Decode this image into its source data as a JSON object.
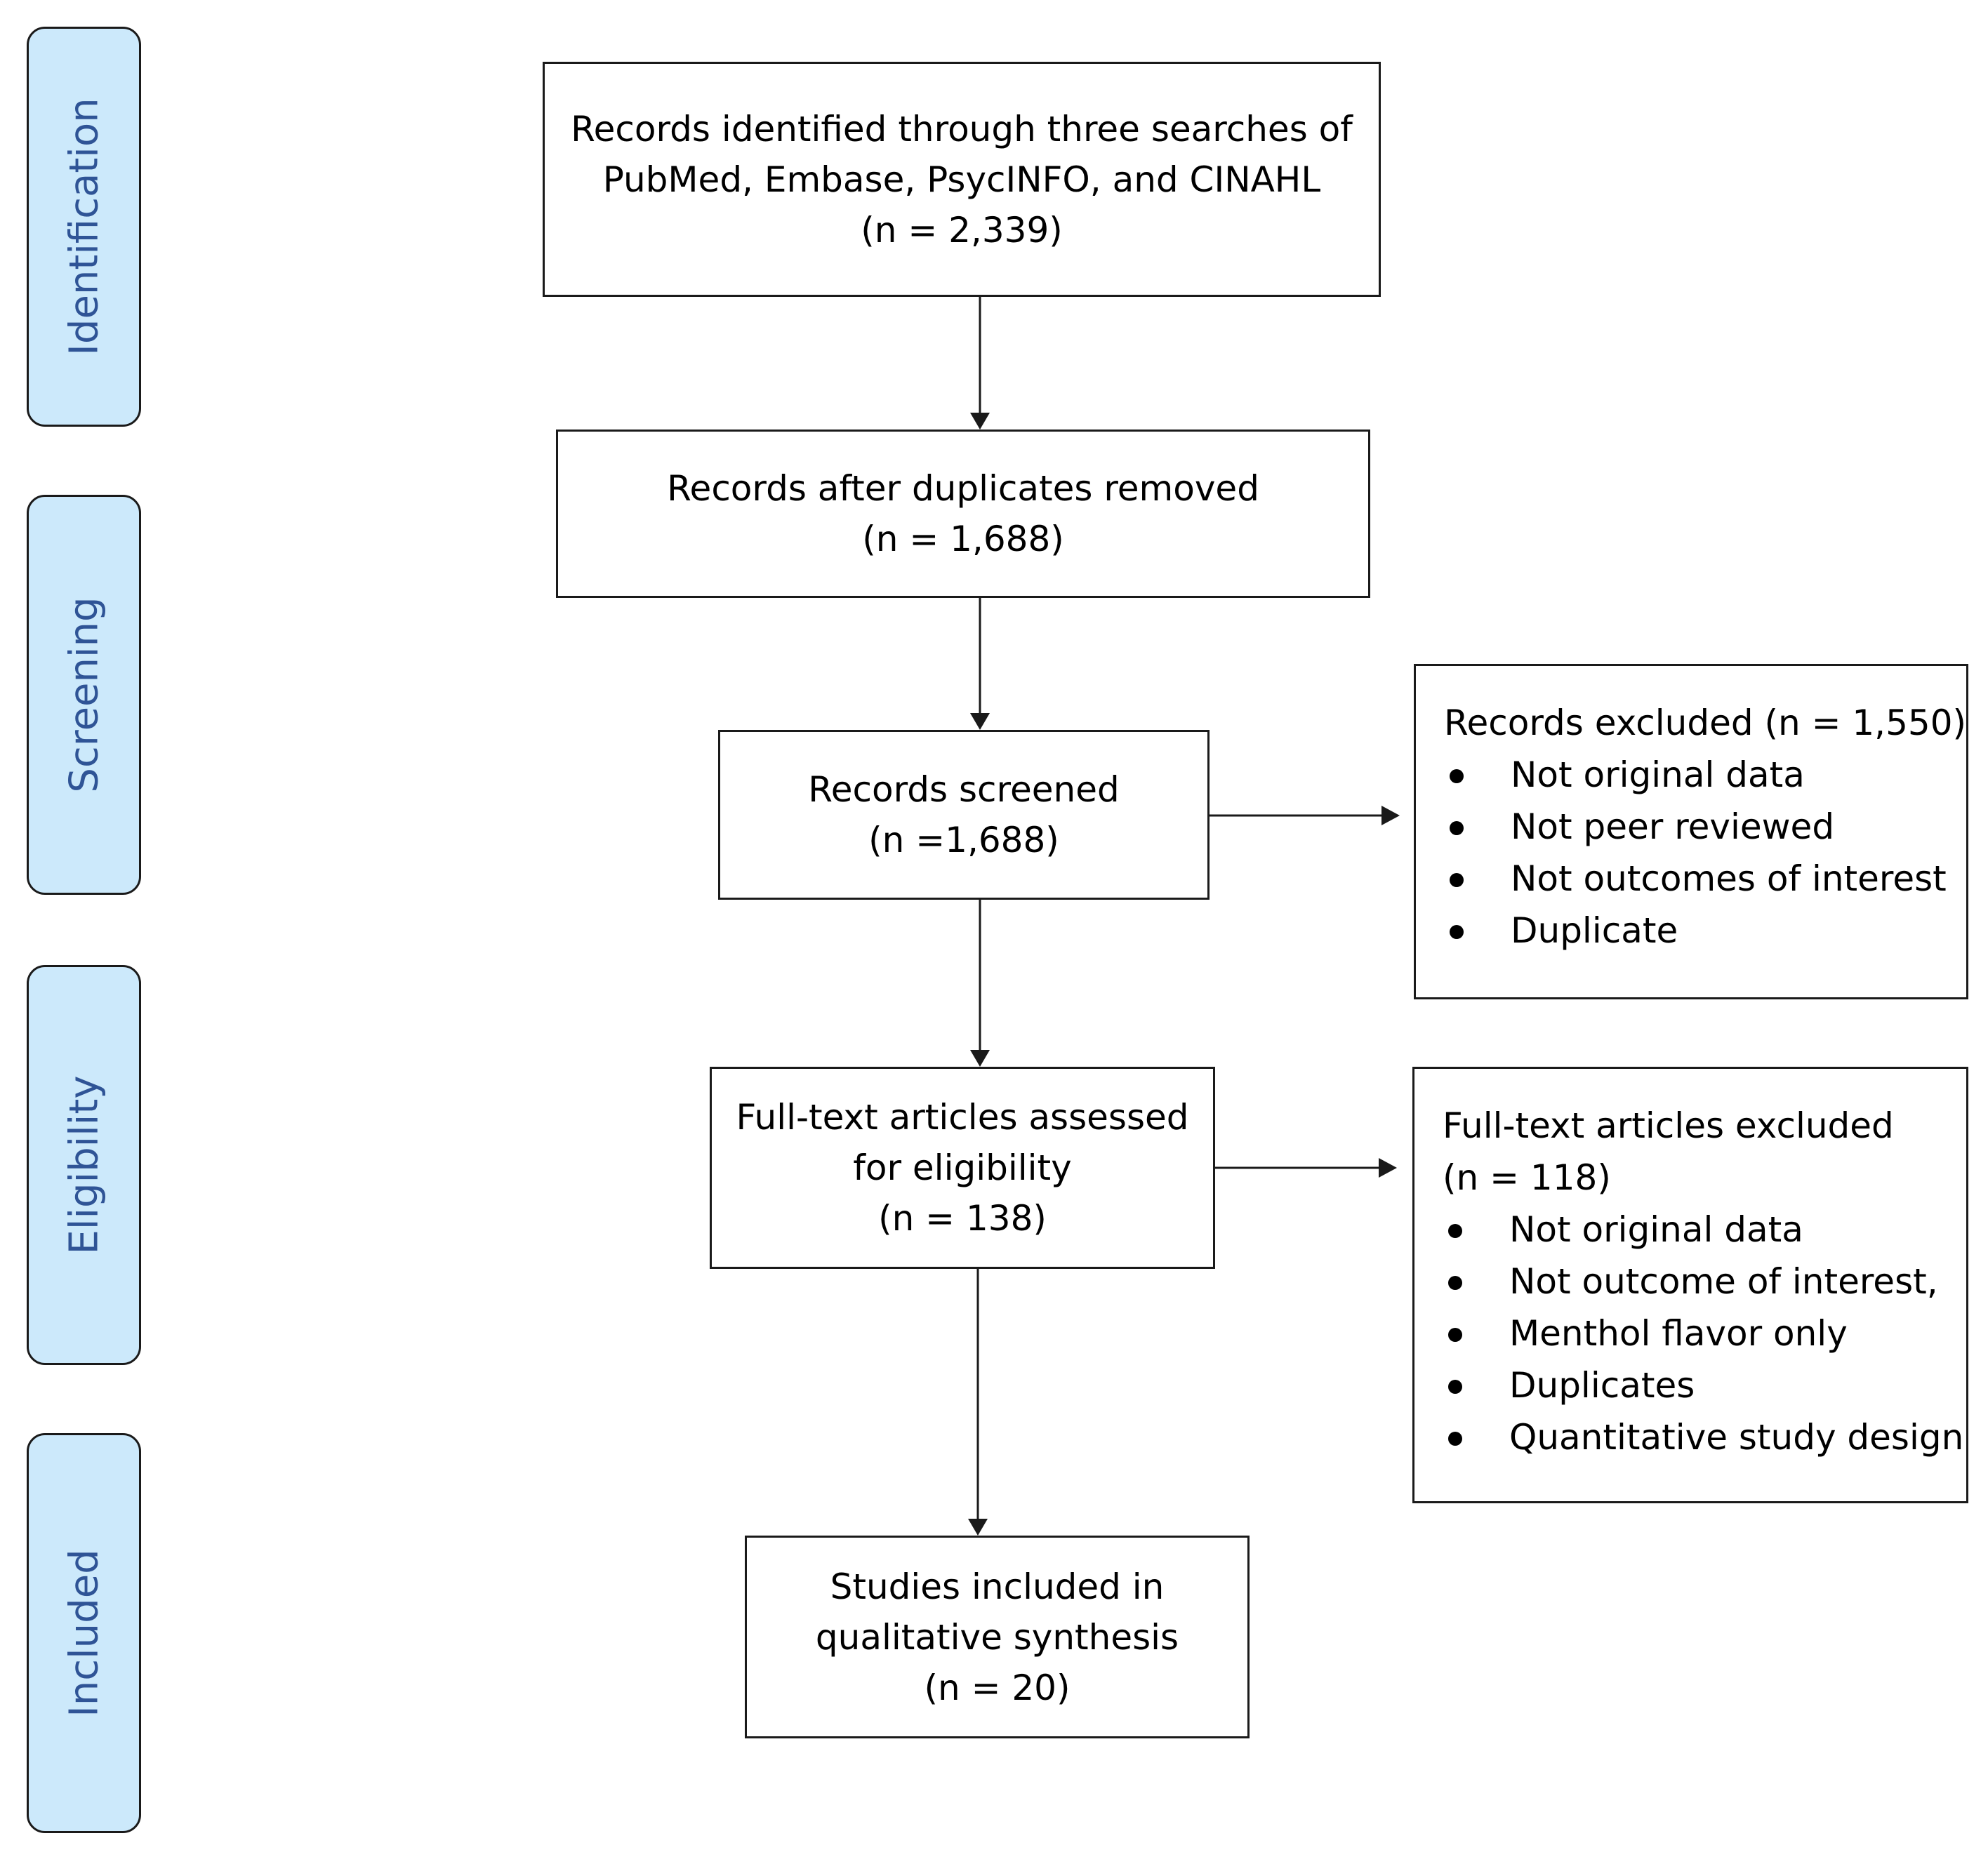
{
  "phases": {
    "identification": "Identification",
    "screening": "Screening",
    "eligibility": "Eligibility",
    "included": "Included"
  },
  "boxes": {
    "identified": {
      "line1": "Records identified through three searches of",
      "line2": "PubMed, Embase, PsycINFO, and CINAHL",
      "count": "(n = 2,339)"
    },
    "deduplicated": {
      "line1": "Records after duplicates removed",
      "count": "(n = 1,688)"
    },
    "screened": {
      "line1": "Records screened",
      "count": "(n =1,688)"
    },
    "fulltext": {
      "line1": "Full-text articles assessed",
      "line2": "for eligibility",
      "count": "(n = 138)"
    },
    "included": {
      "line1": "Studies included in",
      "line2": "qualitative synthesis",
      "count": "(n = 20)"
    }
  },
  "excluded_records": {
    "heading": "Records excluded (n = 1,550)",
    "reasons": [
      "Not original data",
      "Not peer reviewed",
      "Not outcomes of interest",
      "Duplicate"
    ]
  },
  "excluded_fulltext": {
    "heading": "Full-text articles excluded",
    "count": "(n = 118)",
    "reasons": [
      "Not original data",
      "Not outcome of interest,",
      "Menthol flavor only",
      "Duplicates",
      "Quantitative study design"
    ]
  }
}
